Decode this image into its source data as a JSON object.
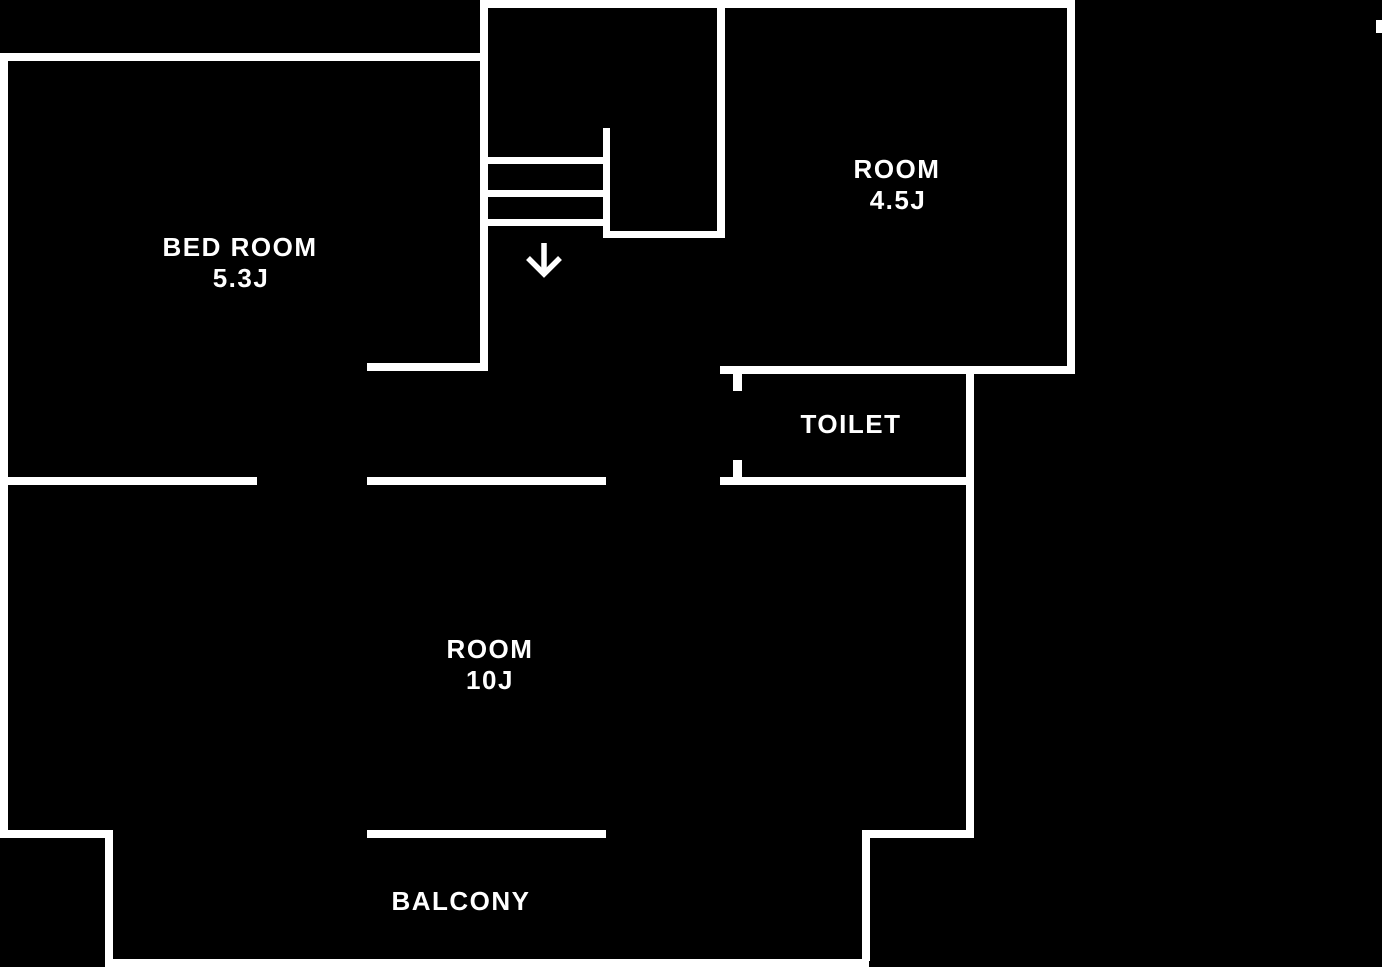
{
  "floor_plan": {
    "title": "apartment-floor-plan",
    "colors": {
      "background": "#000000",
      "walls": "#ffffff",
      "text": "#ffffff"
    },
    "rooms": {
      "bedroom": {
        "name": "BED ROOM",
        "area": "5.3J"
      },
      "room45": {
        "name": "ROOM",
        "area": "4.5J"
      },
      "toilet": {
        "name": "TOILET"
      },
      "room10": {
        "name": "ROOM",
        "area": "10J"
      },
      "balcony": {
        "name": "BALCONY"
      }
    },
    "stairs": {
      "direction_icon": "down-arrow",
      "tread_count": 3
    }
  }
}
